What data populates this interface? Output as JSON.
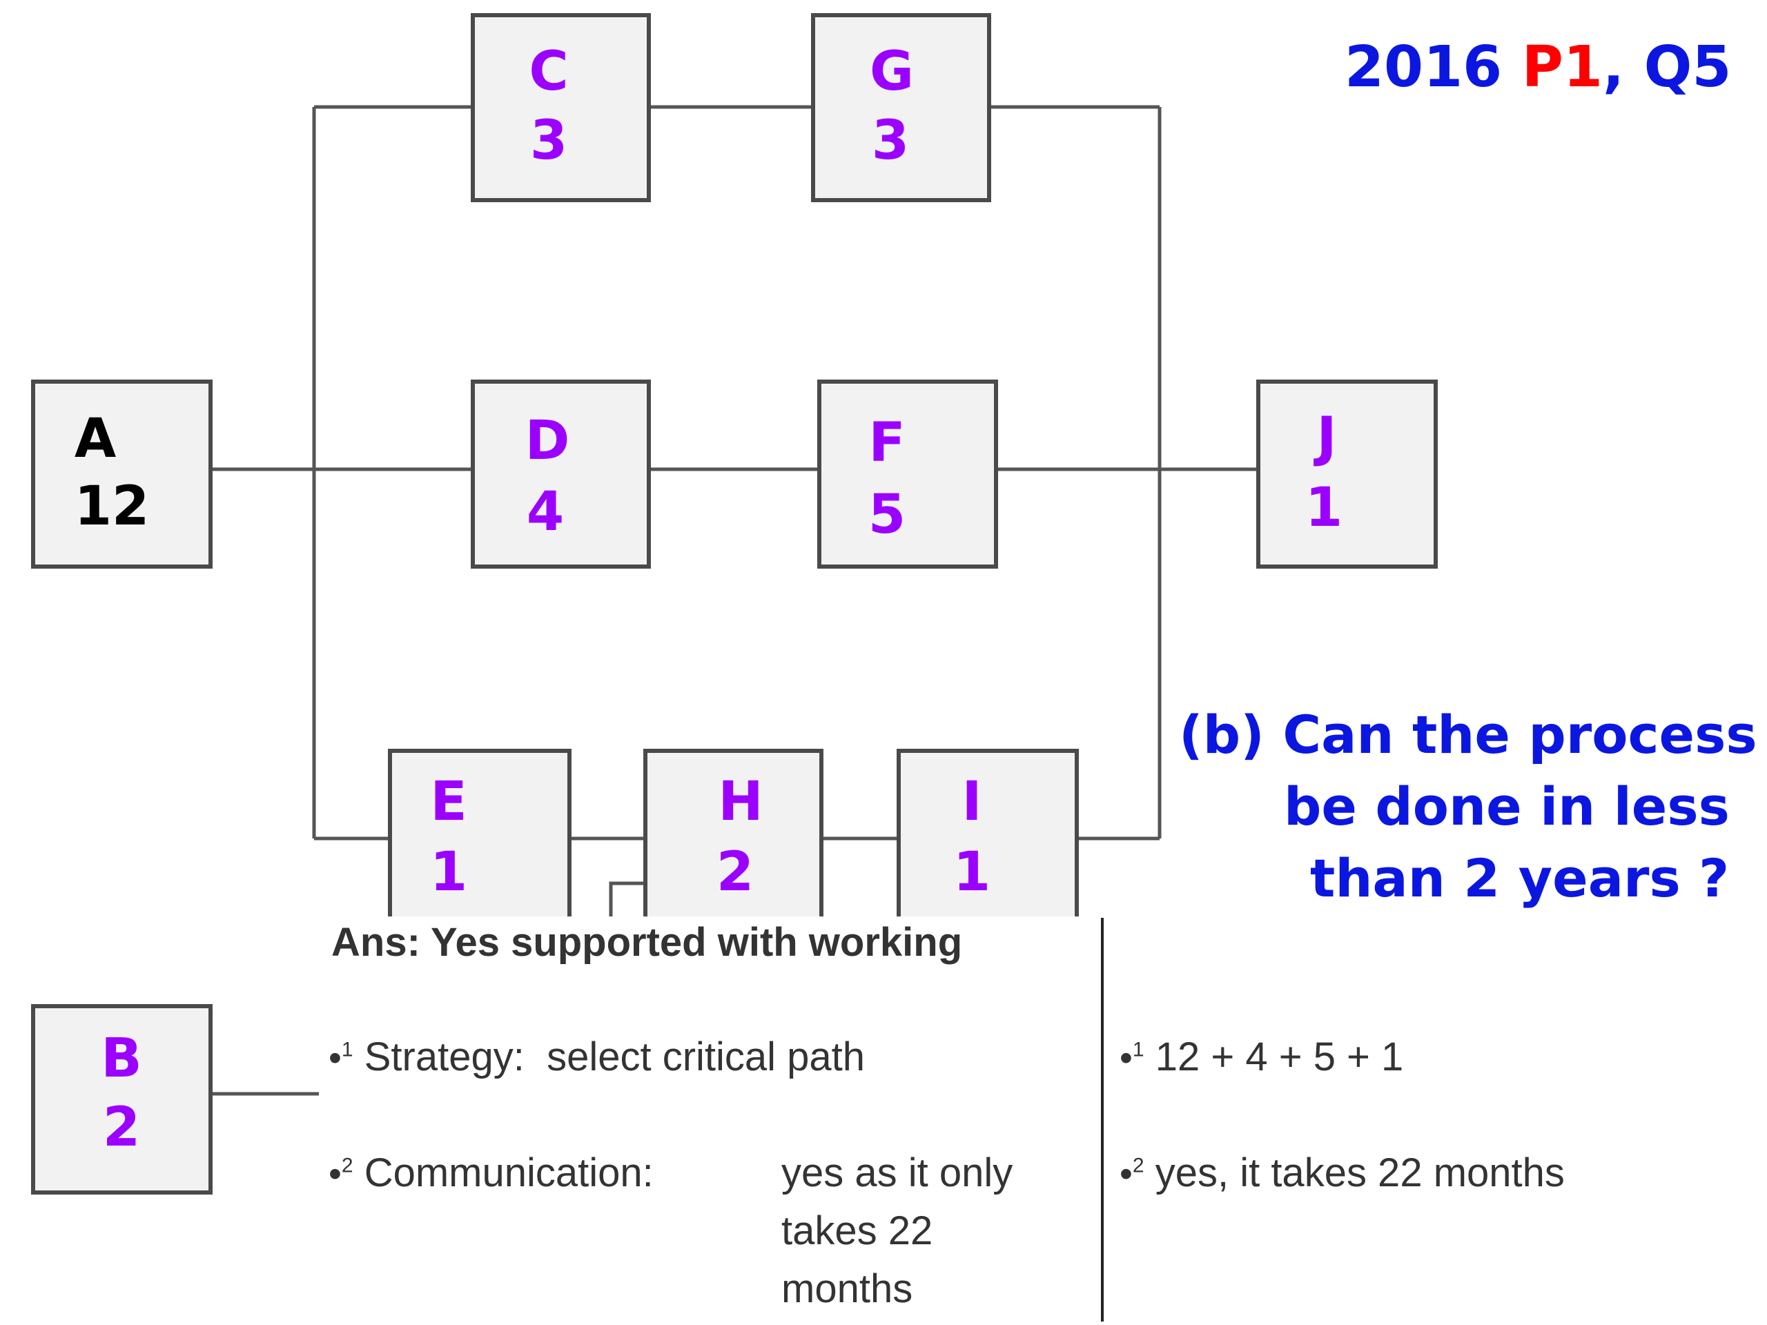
{
  "header": {
    "year": "2016",
    "paper": "P1",
    "separator": ",",
    "question": "Q5",
    "colors": {
      "year": "#0b17e0",
      "paper": "#ff0000",
      "question": "#0b17e0"
    }
  },
  "question_text": {
    "line1": "(b) Can the process",
    "line2": "be done in less",
    "line3": "than 2 years ?"
  },
  "nodes": {
    "A": {
      "label": "A",
      "duration": "12",
      "color": "#000000"
    },
    "B": {
      "label": "B",
      "duration": "2",
      "color": "#9b00ff"
    },
    "C": {
      "label": "C",
      "duration": "3",
      "color": "#9b00ff"
    },
    "D": {
      "label": "D",
      "duration": "4",
      "color": "#9b00ff"
    },
    "E": {
      "label": "E",
      "duration": "1",
      "color": "#9b00ff"
    },
    "F": {
      "label": "F",
      "duration": "5",
      "color": "#9b00ff"
    },
    "G": {
      "label": "G",
      "duration": "3",
      "color": "#9b00ff"
    },
    "H": {
      "label": "H",
      "duration": "2",
      "color": "#9b00ff"
    },
    "I": {
      "label": "I",
      "duration": "1",
      "color": "#9b00ff"
    },
    "J": {
      "label": "J",
      "duration": "1",
      "color": "#9b00ff"
    }
  },
  "answer": {
    "heading": "Ans:  Yes supported with working",
    "bullet": "•",
    "left": {
      "strategy_num": "1",
      "strategy_label": "Strategy:",
      "strategy_text": "select critical path",
      "communication_num": "2",
      "communication_label": "Communication:",
      "communication_line1": "yes as it only",
      "communication_line2": "takes 22",
      "communication_line3": "months"
    },
    "right": {
      "working_num": "1",
      "working_text": "12 + 4 + 5 + 1",
      "conclusion_num": "2",
      "conclusion_text": "yes, it takes 22 months"
    }
  }
}
